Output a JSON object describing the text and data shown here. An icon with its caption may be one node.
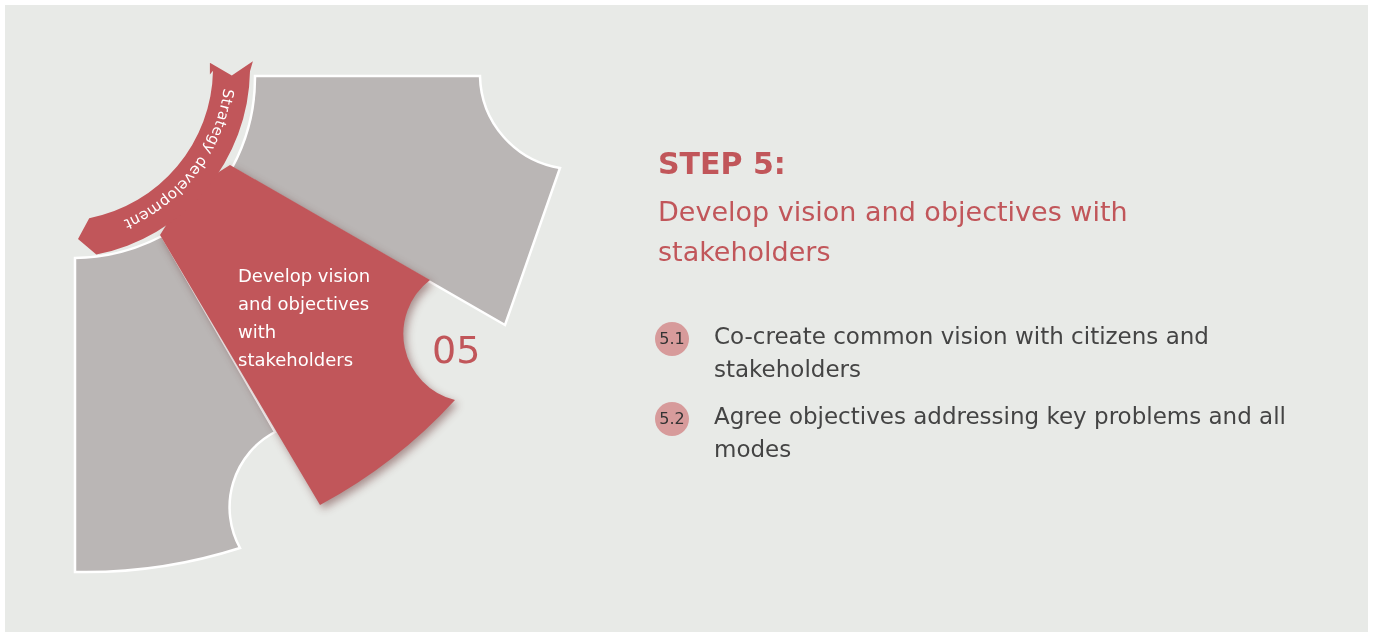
{
  "diagram": {
    "title": "STEP 5:",
    "nodes": [
      {
        "text": [
          "Strategy development"
        ]
      },
      {
        "text": [],
        "shape": "segment"
      },
      {
        "text": [
          "Develop vision and objectives with stakeholders"
        ],
        "beside": [
          "05"
        ]
      },
      {
        "text": [],
        "shape": "segment"
      },
      {
        "text": [
          "5.1"
        ],
        "beside": [
          "Co-create common vision with citizens and stakeholders"
        ]
      },
      {
        "text": [
          "5.2"
        ],
        "beside": [
          "Agree objectives addressing key problems and all modes"
        ]
      }
    ],
    "edges": [],
    "labels": [
      "Develop vision and objectives with stakeholders"
    ]
  }
}
